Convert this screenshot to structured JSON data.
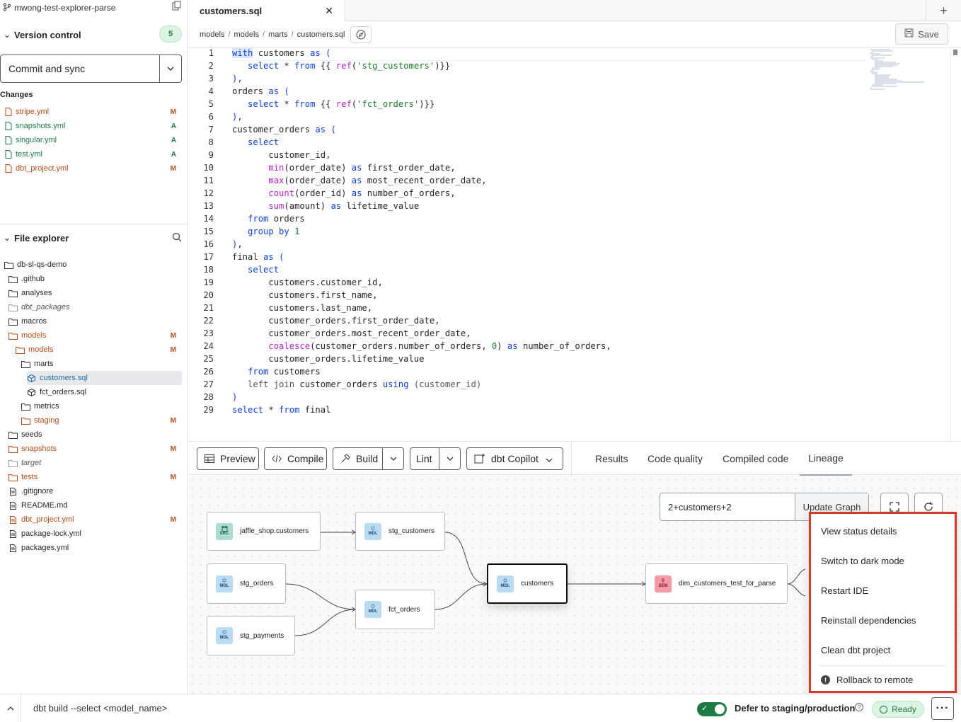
{
  "sidebar": {
    "repo_name": "mwong-test-explorer-parse",
    "version_control": {
      "title": "Version control",
      "badge": "5",
      "commit_label": "Commit and sync",
      "changes_title": "Changes",
      "changes": [
        {
          "name": "stripe.yml",
          "status": "M"
        },
        {
          "name": "snapshots.yml",
          "status": "A"
        },
        {
          "name": "singular.yml",
          "status": "A"
        },
        {
          "name": "test.yml",
          "status": "A"
        },
        {
          "name": "dbt_project.yml",
          "status": "M"
        }
      ]
    },
    "file_explorer": {
      "title": "File explorer",
      "items": [
        {
          "name": "db-sl-qs-demo",
          "status": ""
        },
        {
          "name": ".github",
          "status": ""
        },
        {
          "name": "analyses",
          "status": ""
        },
        {
          "name": "dbt_packages",
          "status": ""
        },
        {
          "name": "macros",
          "status": ""
        },
        {
          "name": "models",
          "status": "M"
        },
        {
          "name": "models",
          "status": "M"
        },
        {
          "name": "marts",
          "status": ""
        },
        {
          "name": "customers.sql",
          "status": ""
        },
        {
          "name": "fct_orders.sql",
          "status": ""
        },
        {
          "name": "metrics",
          "status": ""
        },
        {
          "name": "staging",
          "status": "M"
        },
        {
          "name": "seeds",
          "status": ""
        },
        {
          "name": "snapshots",
          "status": "M"
        },
        {
          "name": "target",
          "status": ""
        },
        {
          "name": "tests",
          "status": "M"
        },
        {
          "name": ".gitignore",
          "status": ""
        },
        {
          "name": "README.md",
          "status": ""
        },
        {
          "name": "dbt_project.yml",
          "status": "M"
        },
        {
          "name": "package-lock.yml",
          "status": ""
        },
        {
          "name": "packages.yml",
          "status": ""
        }
      ]
    }
  },
  "editor": {
    "tab_title": "customers.sql",
    "breadcrumb": [
      "models",
      "models",
      "marts",
      "customers.sql"
    ],
    "save_label": "Save"
  },
  "toolbar": {
    "preview": "Preview",
    "compile": "Compile",
    "build": "Build",
    "lint": "Lint",
    "copilot": "dbt Copilot",
    "tabs": [
      "Results",
      "Code quality",
      "Compiled code",
      "Lineage"
    ],
    "active_tab": "Lineage"
  },
  "lineage": {
    "selector": "2+customers+2",
    "update_label": "Update Graph",
    "nodes": [
      {
        "name": "jaffle_shop.customers",
        "type": "SRC"
      },
      {
        "name": "stg_customers",
        "type": "MDL"
      },
      {
        "name": "stg_orders",
        "type": "MDL"
      },
      {
        "name": "fct_orders",
        "type": "MDL"
      },
      {
        "name": "stg_payments",
        "type": "MDL"
      },
      {
        "name": "customers",
        "type": "MDL"
      },
      {
        "name": "dim_customers_test_for_parse",
        "type": "SEM"
      }
    ]
  },
  "menu": {
    "items": [
      "View status details",
      "Switch to dark mode",
      "Restart IDE",
      "Reinstall dependencies",
      "Clean dbt project"
    ],
    "rollback": "Rollback to remote"
  },
  "statusbar": {
    "command_placeholder": "dbt build --select <model_name>",
    "defer_label": "Defer to staging/production",
    "defer_enabled": true,
    "status": "Ready"
  },
  "colors": {
    "modified": "#b34d1a",
    "added": "#1e7a45",
    "highlight": "#d33a2c",
    "keyword": "#0b3fd8"
  }
}
